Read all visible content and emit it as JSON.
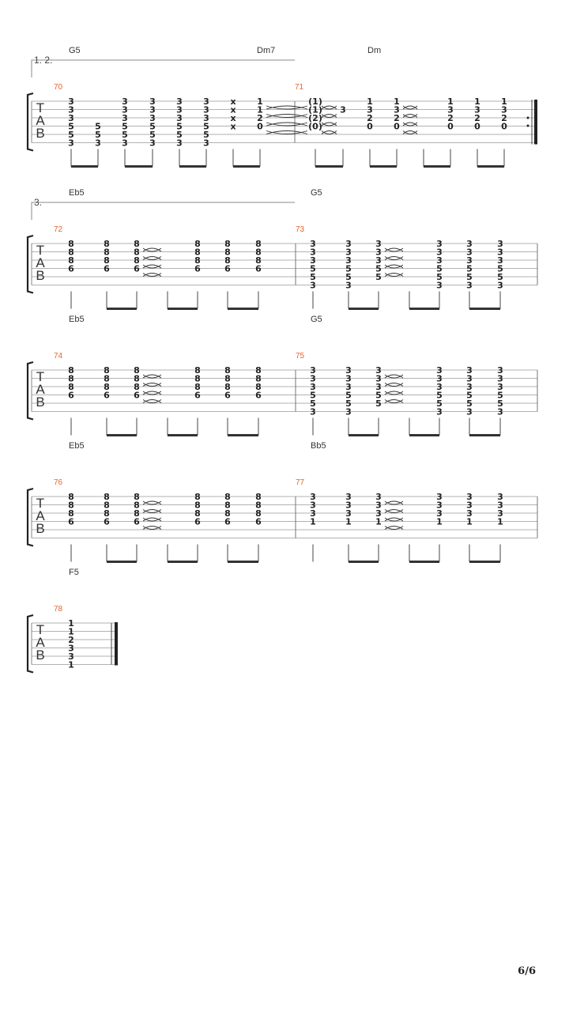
{
  "page_number": "6/6",
  "tab_clef": [
    "T",
    "A",
    "B"
  ],
  "systems": [
    {
      "volta": "1. 2.",
      "repeat_end": true,
      "measures": [
        {
          "number": "70",
          "chords": [
            "G5",
            "Dm7"
          ],
          "beats": [
            [
              "3",
              "3",
              "3",
              "5",
              "5",
              "3"
            ],
            [
              "",
              "",
              "",
              "5",
              "5",
              "3"
            ],
            [
              "3",
              "3",
              "3",
              "5",
              "5",
              "3"
            ],
            [
              "3",
              "3",
              "3",
              "5",
              "5",
              "3"
            ],
            [
              "3",
              "3",
              "3",
              "5",
              "5",
              "3"
            ],
            [
              "3",
              "3",
              "3",
              "5",
              "5",
              "3"
            ],
            [
              "x",
              "x",
              "x",
              "x",
              "",
              ""
            ],
            [
              "1",
              "1",
              "2",
              "0",
              "",
              ""
            ]
          ]
        },
        {
          "number": "71",
          "chords": [
            "Dm"
          ],
          "beats": [
            [
              "(1)",
              "(1)",
              "(2)",
              "(0)",
              "",
              ""
            ],
            [
              "",
              "3",
              "",
              "",
              "",
              ""
            ],
            [
              "1",
              "3",
              "2",
              "0",
              "",
              ""
            ],
            [
              "1",
              "3",
              "2",
              "0",
              "",
              ""
            ],
            [
              "",
              "",
              "",
              "",
              "",
              ""
            ],
            [
              "1",
              "3",
              "2",
              "0",
              "",
              ""
            ],
            [
              "1",
              "3",
              "2",
              "0",
              "",
              ""
            ],
            [
              "1",
              "3",
              "2",
              "0",
              "",
              ""
            ]
          ]
        }
      ]
    },
    {
      "volta": "3.",
      "repeat_end": false,
      "measures": [
        {
          "number": "72",
          "chords": [
            "Eb5"
          ],
          "beats": [
            [
              "8",
              "8",
              "8",
              "6",
              "",
              ""
            ],
            [
              "8",
              "8",
              "8",
              "6",
              "",
              ""
            ],
            [
              "8",
              "8",
              "8",
              "6",
              "",
              ""
            ],
            [
              "",
              "",
              "",
              "",
              "",
              ""
            ],
            [
              "8",
              "8",
              "8",
              "6",
              "",
              ""
            ],
            [
              "8",
              "8",
              "8",
              "6",
              "",
              ""
            ],
            [
              "8",
              "8",
              "8",
              "6",
              "",
              ""
            ]
          ]
        },
        {
          "number": "73",
          "chords": [
            "G5"
          ],
          "beats": [
            [
              "3",
              "3",
              "3",
              "5",
              "5",
              "3"
            ],
            [
              "3",
              "3",
              "3",
              "5",
              "5",
              "3"
            ],
            [
              "3",
              "3",
              "3",
              "5",
              "5",
              ""
            ],
            [
              "",
              "",
              "",
              "",
              "",
              ""
            ],
            [
              "3",
              "3",
              "3",
              "5",
              "5",
              "3"
            ],
            [
              "3",
              "3",
              "3",
              "5",
              "5",
              "3"
            ],
            [
              "3",
              "3",
              "3",
              "5",
              "5",
              "3"
            ]
          ]
        }
      ]
    },
    {
      "volta": "",
      "repeat_end": false,
      "measures": [
        {
          "number": "74",
          "chords": [
            "Eb5"
          ],
          "beats": [
            [
              "8",
              "8",
              "8",
              "6",
              "",
              ""
            ],
            [
              "8",
              "8",
              "8",
              "6",
              "",
              ""
            ],
            [
              "8",
              "8",
              "8",
              "6",
              "",
              ""
            ],
            [
              "",
              "",
              "",
              "",
              "",
              ""
            ],
            [
              "8",
              "8",
              "8",
              "6",
              "",
              ""
            ],
            [
              "8",
              "8",
              "8",
              "6",
              "",
              ""
            ],
            [
              "8",
              "8",
              "8",
              "6",
              "",
              ""
            ]
          ]
        },
        {
          "number": "75",
          "chords": [
            "G5"
          ],
          "beats": [
            [
              "3",
              "3",
              "3",
              "5",
              "5",
              "3"
            ],
            [
              "3",
              "3",
              "3",
              "5",
              "5",
              "3"
            ],
            [
              "3",
              "3",
              "3",
              "5",
              "5",
              ""
            ],
            [
              "",
              "",
              "",
              "",
              "",
              ""
            ],
            [
              "3",
              "3",
              "3",
              "5",
              "5",
              "3"
            ],
            [
              "3",
              "3",
              "3",
              "5",
              "5",
              "3"
            ],
            [
              "3",
              "3",
              "3",
              "5",
              "5",
              "3"
            ]
          ]
        }
      ]
    },
    {
      "volta": "",
      "repeat_end": false,
      "measures": [
        {
          "number": "76",
          "chords": [
            "Eb5"
          ],
          "beats": [
            [
              "8",
              "8",
              "8",
              "6",
              "",
              ""
            ],
            [
              "8",
              "8",
              "8",
              "6",
              "",
              ""
            ],
            [
              "8",
              "8",
              "8",
              "6",
              "",
              ""
            ],
            [
              "",
              "",
              "",
              "",
              "",
              ""
            ],
            [
              "8",
              "8",
              "8",
              "6",
              "",
              ""
            ],
            [
              "8",
              "8",
              "8",
              "6",
              "",
              ""
            ],
            [
              "8",
              "8",
              "8",
              "6",
              "",
              ""
            ]
          ]
        },
        {
          "number": "77",
          "chords": [
            "Bb5"
          ],
          "beats": [
            [
              "3",
              "3",
              "3",
              "1",
              "",
              ""
            ],
            [
              "3",
              "3",
              "3",
              "1",
              "",
              ""
            ],
            [
              "3",
              "3",
              "3",
              "1",
              "",
              ""
            ],
            [
              "",
              "",
              "",
              "",
              "",
              ""
            ],
            [
              "3",
              "3",
              "3",
              "1",
              "",
              ""
            ],
            [
              "3",
              "3",
              "3",
              "1",
              "",
              ""
            ],
            [
              "3",
              "3",
              "3",
              "1",
              "",
              ""
            ]
          ]
        }
      ]
    },
    {
      "volta": "",
      "repeat_end": false,
      "final": true,
      "measures": [
        {
          "number": "78",
          "chords": [
            "F5"
          ],
          "beats": [
            [
              "1",
              "1",
              "2",
              "3",
              "3",
              "1"
            ]
          ]
        }
      ]
    }
  ]
}
